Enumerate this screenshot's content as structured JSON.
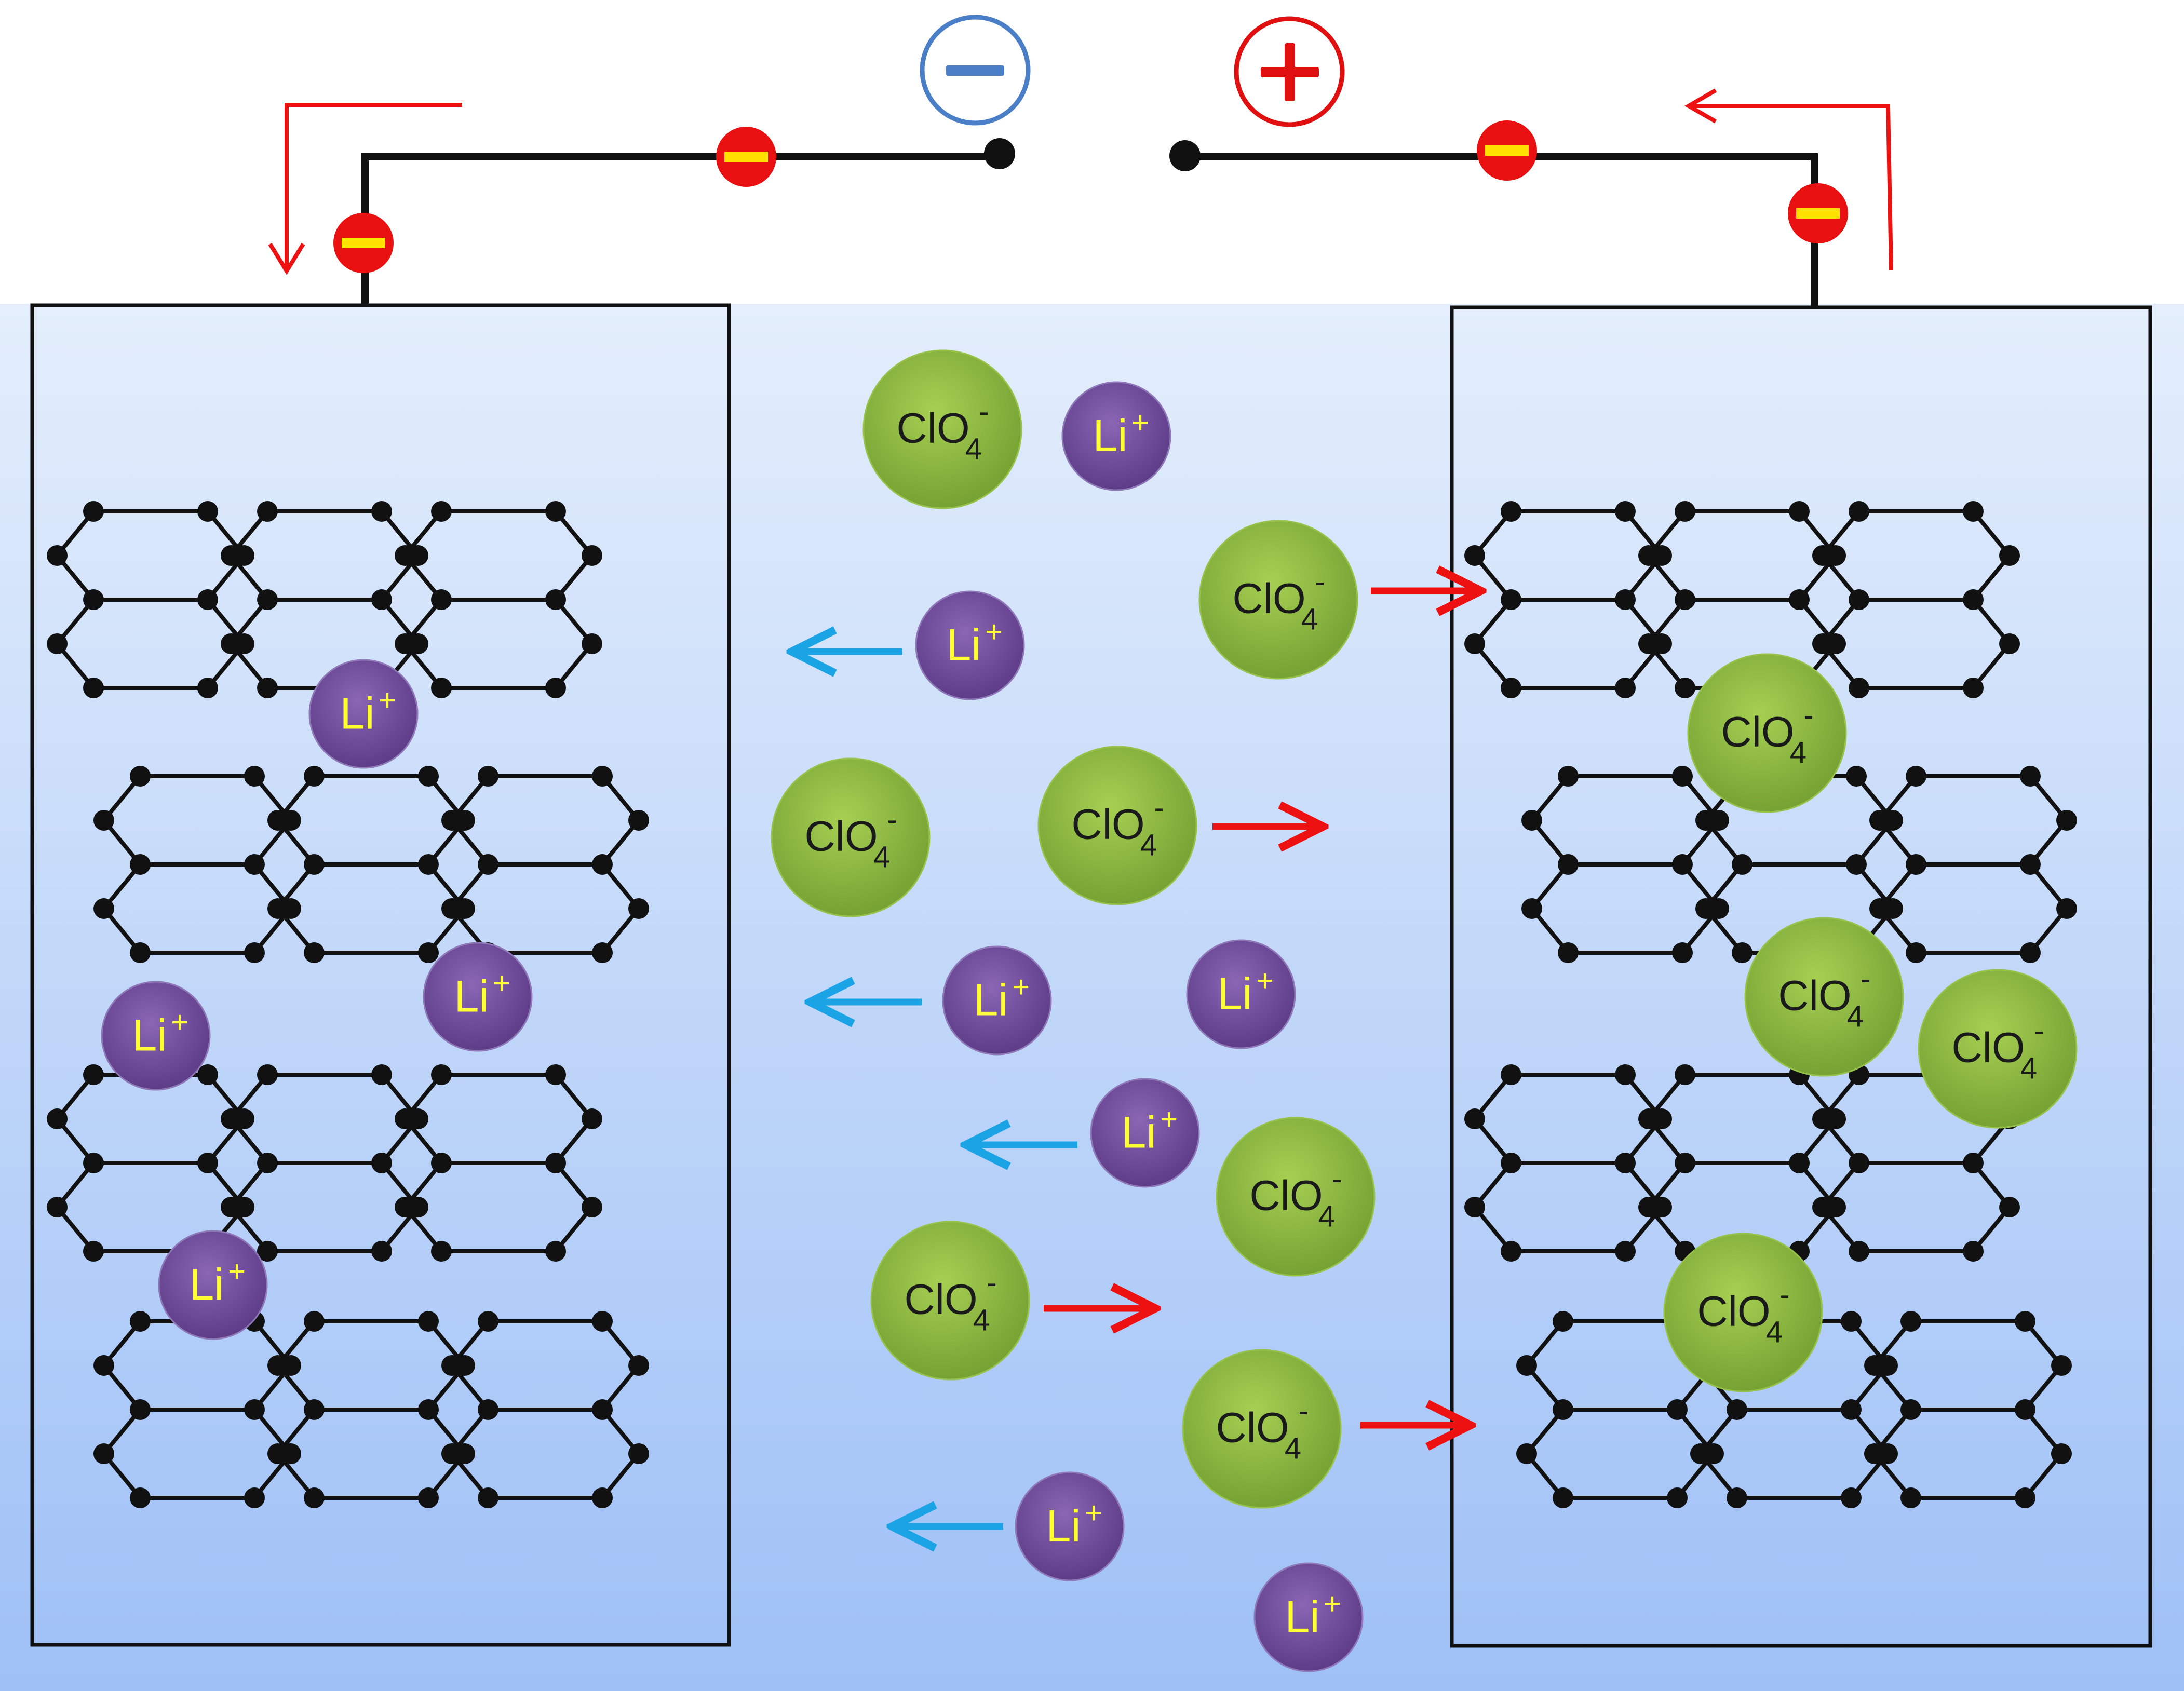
{
  "terminals": {
    "negative_symbol": "−",
    "positive_symbol": "+",
    "negative_color": "#4a7fc8",
    "positive_color": "#e01010"
  },
  "labels": {
    "li_base": "Li",
    "li_sup": "+",
    "clo_base": "ClO",
    "clo_sub": "4",
    "clo_sup": "-"
  },
  "colors": {
    "electrolyte_top": "#e4eefc",
    "electrolyte_bottom": "#9ec0f6",
    "li_ion": "#6e4a9a",
    "li_text": "#ffff33",
    "clo_ion": "#8cb83e",
    "clo_text": "#1a1a1a",
    "electron": "#e81010",
    "electron_bar": "#ffe000",
    "arrow_li": "#1aa4e6",
    "arrow_clo": "#ee1111",
    "wire": "#111111"
  },
  "icons": {
    "electron": "electron-minus-icon",
    "negative_terminal": "minus-circle-icon",
    "positive_terminal": "plus-circle-icon",
    "graphite_layer": "graphene-lattice-icon"
  }
}
